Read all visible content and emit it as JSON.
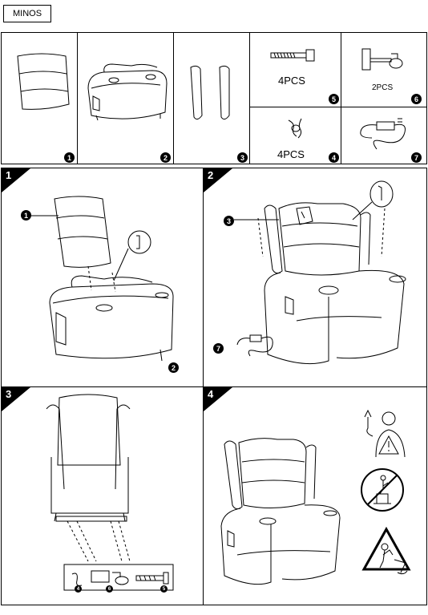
{
  "header": {
    "title": "MINOS"
  },
  "parts": [
    {
      "number": "1",
      "label": ""
    },
    {
      "number": "2",
      "label": ""
    },
    {
      "number": "3",
      "label": ""
    },
    {
      "number": "5",
      "qty": "4PCS"
    },
    {
      "number": "6",
      "qty": "2PCS"
    },
    {
      "number": "4",
      "qty": "4PCS"
    },
    {
      "number": "7",
      "qty": ""
    }
  ],
  "steps": [
    {
      "number": "1",
      "callouts": [
        "1",
        "2"
      ]
    },
    {
      "number": "2",
      "callouts": [
        "3",
        "7"
      ]
    },
    {
      "number": "3",
      "callouts": [
        "4",
        "6",
        "5"
      ]
    },
    {
      "number": "4",
      "callouts": []
    }
  ],
  "icons": [
    "warning-person-icon",
    "no-climbing-icon",
    "recycle-symbol-icon"
  ]
}
